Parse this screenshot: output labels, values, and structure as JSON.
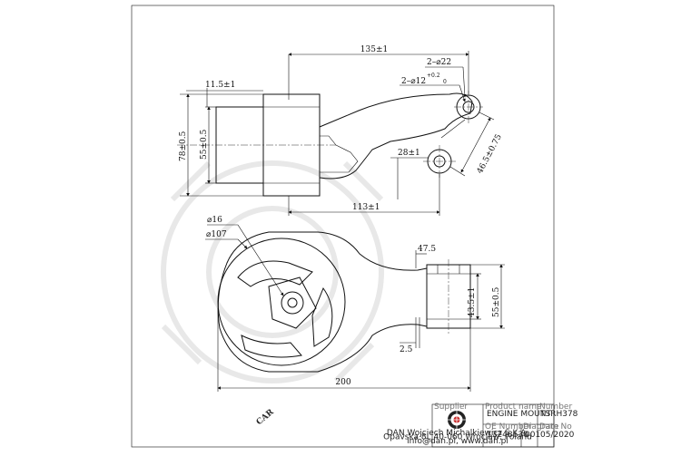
{
  "dimensions": {
    "d135": "135±1",
    "d2x22": "2–⌀22",
    "tol": "+0.2",
    "tol0": "0",
    "d2x12": "2–⌀12",
    "d11_5": "11.5±1",
    "d78": "78±0.5",
    "d55a": "55±0.5",
    "d28": "28±1",
    "d46_5": "46.5±0.75",
    "d113": "113±1",
    "d16": "⌀16",
    "d107": "⌀107",
    "d47_5": "47.5",
    "d43_5": "43.5±1",
    "d55b": "55±0.5",
    "d2_5": "2.5",
    "d200": "200"
  },
  "title_block": {
    "supplier_header": "Supplier",
    "company_line1": "DAN Wojciech Michalkiewicz S.K.A.",
    "company_line2": "Opavska 8L 40-060 Wroclaw, Poland",
    "company_line3": "info@dan.pl, www.dan.pl",
    "product_header": "Product name",
    "product_name": "ENGINE MOUNT",
    "number_header": "Number",
    "number_value": "TSRH378",
    "oe_header": "OE Number",
    "oe_value": "13248630",
    "diagram_header": "Diagram No",
    "diagram_value": "001",
    "date_header": "Date",
    "date_value": "05/2020"
  }
}
